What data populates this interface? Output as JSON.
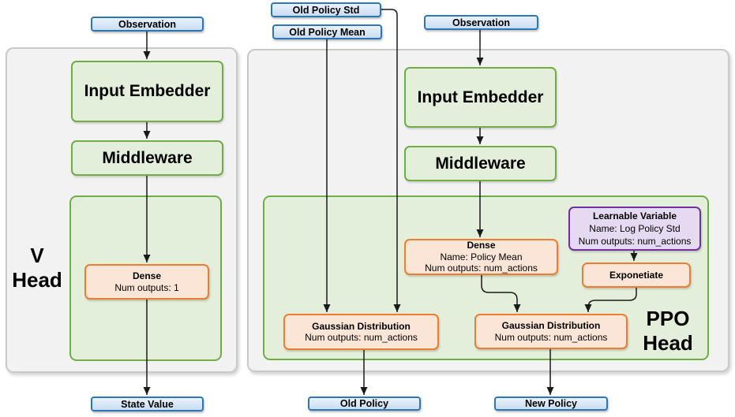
{
  "colors": {
    "blue_border": "#2E75B6",
    "blue_fill": "#DCE9F7",
    "green_border": "#70AD47",
    "green_fill": "#E3EFDA",
    "orange_border": "#ED7D31",
    "orange_fill": "#FBE5D6",
    "purple_border": "#7030A0",
    "purple_fill": "#E6DAF2",
    "panel_fill": "#F2F2F2",
    "panel_border": "#C9C9C9",
    "arrow": "#1A1A1A"
  },
  "v_network": {
    "input_label": "Observation",
    "input_embedder": "Input Embedder",
    "middleware": "Middleware",
    "head_label_lines": [
      "V",
      "Head"
    ],
    "dense": {
      "title": "Dense",
      "outputs": "Num outputs: 1"
    },
    "output_label": "State Value"
  },
  "ppo_network": {
    "old_policy_std_label": "Old Policy Std",
    "old_policy_mean_label": "Old Policy Mean",
    "input_label": "Observation",
    "input_embedder": "Input Embedder",
    "middleware": "Middleware",
    "head_label_lines": [
      "PPO",
      "Head"
    ],
    "dense": {
      "title": "Dense",
      "name": "Name: Policy Mean",
      "outputs": "Num outputs: num_actions"
    },
    "learnable_variable": {
      "title": "Learnable Variable",
      "name": "Name: Log Policy Std",
      "outputs": "Num outputs: num_actions"
    },
    "exponetiate_label": "Exponetiate",
    "gaussian_old": {
      "title": "Gaussian Distribution",
      "outputs": "Num outputs: num_actions"
    },
    "gaussian_new": {
      "title": "Gaussian Distribution",
      "outputs": "Num outputs: num_actions"
    },
    "old_policy_output": "Old Policy",
    "new_policy_output": "New Policy"
  }
}
